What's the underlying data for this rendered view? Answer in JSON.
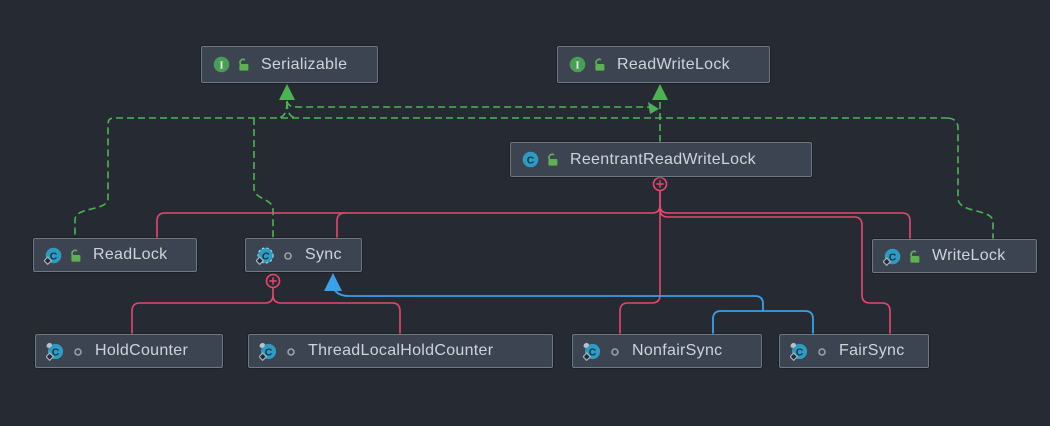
{
  "diagram": {
    "kind": "uml-class-diagram",
    "theme": "darcula",
    "nodes": [
      {
        "id": "serializable",
        "label": "Serializable",
        "kind": "interface",
        "visibility": "public",
        "icon": "interface-icon",
        "visibility_icon": "public-lock-icon"
      },
      {
        "id": "readwritelock",
        "label": "ReadWriteLock",
        "kind": "interface",
        "visibility": "public",
        "icon": "interface-icon",
        "visibility_icon": "public-lock-icon"
      },
      {
        "id": "reentrantreadwritelock",
        "label": "ReentrantReadWriteLock",
        "kind": "class",
        "visibility": "public",
        "icon": "class-icon",
        "visibility_icon": "public-lock-icon"
      },
      {
        "id": "readlock",
        "label": "ReadLock",
        "kind": "class",
        "modifiers": [
          "static"
        ],
        "visibility": "public",
        "icon": "class-icon",
        "visibility_icon": "public-lock-icon"
      },
      {
        "id": "sync",
        "label": "Sync",
        "kind": "class",
        "modifiers": [
          "static",
          "abstract"
        ],
        "visibility": "package-private",
        "icon": "abstract-class-icon",
        "visibility_icon": "package-private-icon"
      },
      {
        "id": "writelock",
        "label": "WriteLock",
        "kind": "class",
        "modifiers": [
          "static"
        ],
        "visibility": "public",
        "icon": "class-icon",
        "visibility_icon": "public-lock-icon"
      },
      {
        "id": "holdcounter",
        "label": "HoldCounter",
        "kind": "class",
        "modifiers": [
          "static",
          "final"
        ],
        "visibility": "package-private",
        "icon": "class-icon",
        "visibility_icon": "package-private-icon"
      },
      {
        "id": "threadlocalholdcounter",
        "label": "ThreadLocalHoldCounter",
        "kind": "class",
        "modifiers": [
          "static",
          "final"
        ],
        "visibility": "package-private",
        "icon": "class-icon",
        "visibility_icon": "package-private-icon"
      },
      {
        "id": "nonfairsync",
        "label": "NonfairSync",
        "kind": "class",
        "modifiers": [
          "static",
          "final"
        ],
        "visibility": "package-private",
        "icon": "class-icon",
        "visibility_icon": "package-private-icon"
      },
      {
        "id": "fairsync",
        "label": "FairSync",
        "kind": "class",
        "modifiers": [
          "static",
          "final"
        ],
        "visibility": "package-private",
        "icon": "class-icon",
        "visibility_icon": "package-private-icon"
      }
    ],
    "edges": [
      {
        "from": "ReentrantReadWriteLock",
        "to": "ReadWriteLock",
        "type": "implements"
      },
      {
        "from": "ReentrantReadWriteLock",
        "to": "Serializable",
        "type": "implements"
      },
      {
        "from": "ReadLock",
        "to": "Serializable",
        "type": "implements"
      },
      {
        "from": "Sync",
        "to": "Serializable",
        "type": "implements"
      },
      {
        "from": "WriteLock",
        "to": "Serializable",
        "type": "implements"
      },
      {
        "from": "NonfairSync",
        "to": "Sync",
        "type": "extends"
      },
      {
        "from": "FairSync",
        "to": "Sync",
        "type": "extends"
      },
      {
        "from": "ReentrantReadWriteLock",
        "to": "ReadLock",
        "type": "inner-class"
      },
      {
        "from": "ReentrantReadWriteLock",
        "to": "Sync",
        "type": "inner-class"
      },
      {
        "from": "ReentrantReadWriteLock",
        "to": "WriteLock",
        "type": "inner-class"
      },
      {
        "from": "ReentrantReadWriteLock",
        "to": "NonfairSync",
        "type": "inner-class"
      },
      {
        "from": "ReentrantReadWriteLock",
        "to": "FairSync",
        "type": "inner-class"
      },
      {
        "from": "Sync",
        "to": "HoldCounter",
        "type": "inner-class"
      },
      {
        "from": "Sync",
        "to": "ThreadLocalHoldCounter",
        "type": "inner-class"
      }
    ],
    "colors": {
      "background": "#262b33",
      "node_fill": "#3c4451",
      "node_border": "#6f7986",
      "node_text": "#cfd4db",
      "implements_edge_green": "#4db352",
      "inner_class_edge_pink": "#e8476f",
      "extends_edge_blue": "#3aa0e8",
      "interface_icon_green": "#4a9d55",
      "class_icon_teal": "#2e9bc2",
      "public_lock_green": "#5faf53",
      "package_visibility_gray": "#97a1ab"
    }
  }
}
